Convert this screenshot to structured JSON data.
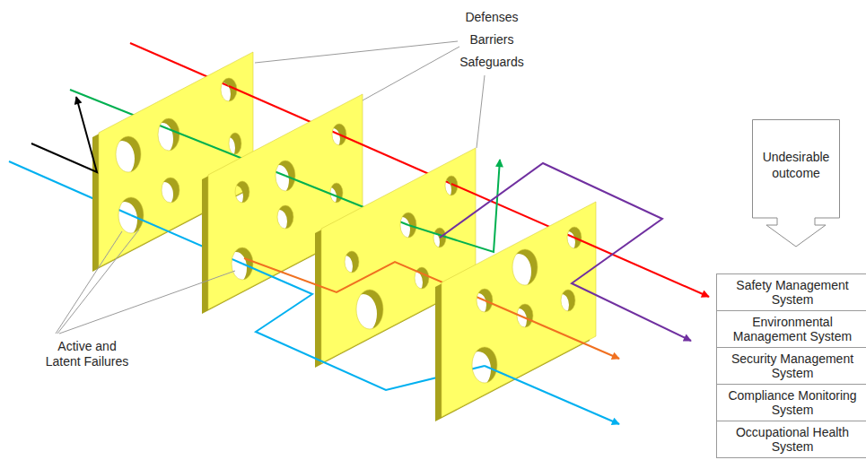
{
  "diagram": {
    "nodes": [
      {
        "text": [
          "Undesirable outcome"
        ]
      }
    ],
    "labels": [
      "Defenses",
      "Barriers",
      "Safeguards",
      "Active and Latent Failures",
      "Safety Management System",
      "Environmental Management System",
      "Security Management System",
      "Compliance Monitoring System",
      "Occupational Health System"
    ]
  }
}
